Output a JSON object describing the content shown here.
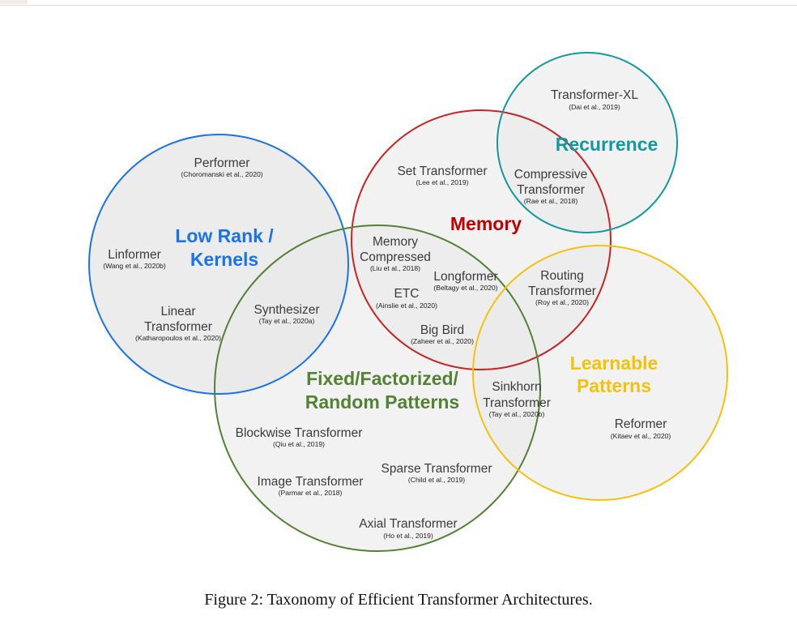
{
  "figure": {
    "caption": "Figure 2: Taxonomy of Efficient Transformer Architectures.",
    "colors": {
      "low_rank": "#1a73e8",
      "memory": "#c00000",
      "recurrence": "#11999e",
      "fixed": "#548235",
      "learnable": "#f4c20d",
      "fill": "#e9e9e9"
    },
    "groups": {
      "low_rank_line1": "Low Rank /",
      "low_rank_line2": "Kernels",
      "memory": "Memory",
      "recurrence": "Recurrence",
      "fixed_line1": "Fixed/Factorized/",
      "fixed_line2": "Random Patterns",
      "learnable_line1": "Learnable",
      "learnable_line2": "Patterns"
    },
    "models": {
      "performer": {
        "name": "Performer",
        "cite": "(Choromanski et al., 2020)"
      },
      "linformer": {
        "name": "Linformer",
        "cite": "(Wang et al., 2020b)"
      },
      "linear": {
        "name_line1": "Linear",
        "name_line2": "Transformer",
        "cite": "(Katharopoulos et al., 2020)"
      },
      "synthesizer": {
        "name": "Synthesizer",
        "cite": "(Tay et al., 2020a)"
      },
      "set_transformer": {
        "name": "Set Transformer",
        "cite": "(Lee et al., 2019)"
      },
      "memory_compressed": {
        "name_line1": "Memory",
        "name_line2": "Compressed",
        "cite": "(Liu et al., 2018)"
      },
      "longformer": {
        "name": "Longformer",
        "cite": "(Beltagy et al., 2020)"
      },
      "etc": {
        "name": "ETC",
        "cite": "(Ainslie et al., 2020)"
      },
      "big_bird": {
        "name": "Big Bird",
        "cite": "(Zaheer et al., 2020)"
      },
      "transformer_xl": {
        "name": "Transformer-XL",
        "cite": "(Dai et al., 2019)"
      },
      "compressive": {
        "name_line1": "Compressive",
        "name_line2": "Transformer",
        "cite": "(Rae et al., 2018)"
      },
      "routing": {
        "name_line1": "Routing",
        "name_line2": "Transformer",
        "cite": "(Roy et al., 2020)"
      },
      "sinkhorn": {
        "name_line1": "Sinkhorn",
        "name_line2": "Transformer",
        "cite": "(Tay et al., 2020b)"
      },
      "reformer": {
        "name": "Reformer",
        "cite": "(Kitaev et al., 2020)"
      },
      "blockwise": {
        "name": "Blockwise Transformer",
        "cite": "(Qiu et al., 2019)"
      },
      "image": {
        "name": "Image Transformer",
        "cite": "(Parmar et al., 2018)"
      },
      "sparse": {
        "name": "Sparse Transformer",
        "cite": "(Child et al., 2019)"
      },
      "axial": {
        "name": "Axial Transformer",
        "cite": "(Ho et al., 2019)"
      }
    }
  }
}
